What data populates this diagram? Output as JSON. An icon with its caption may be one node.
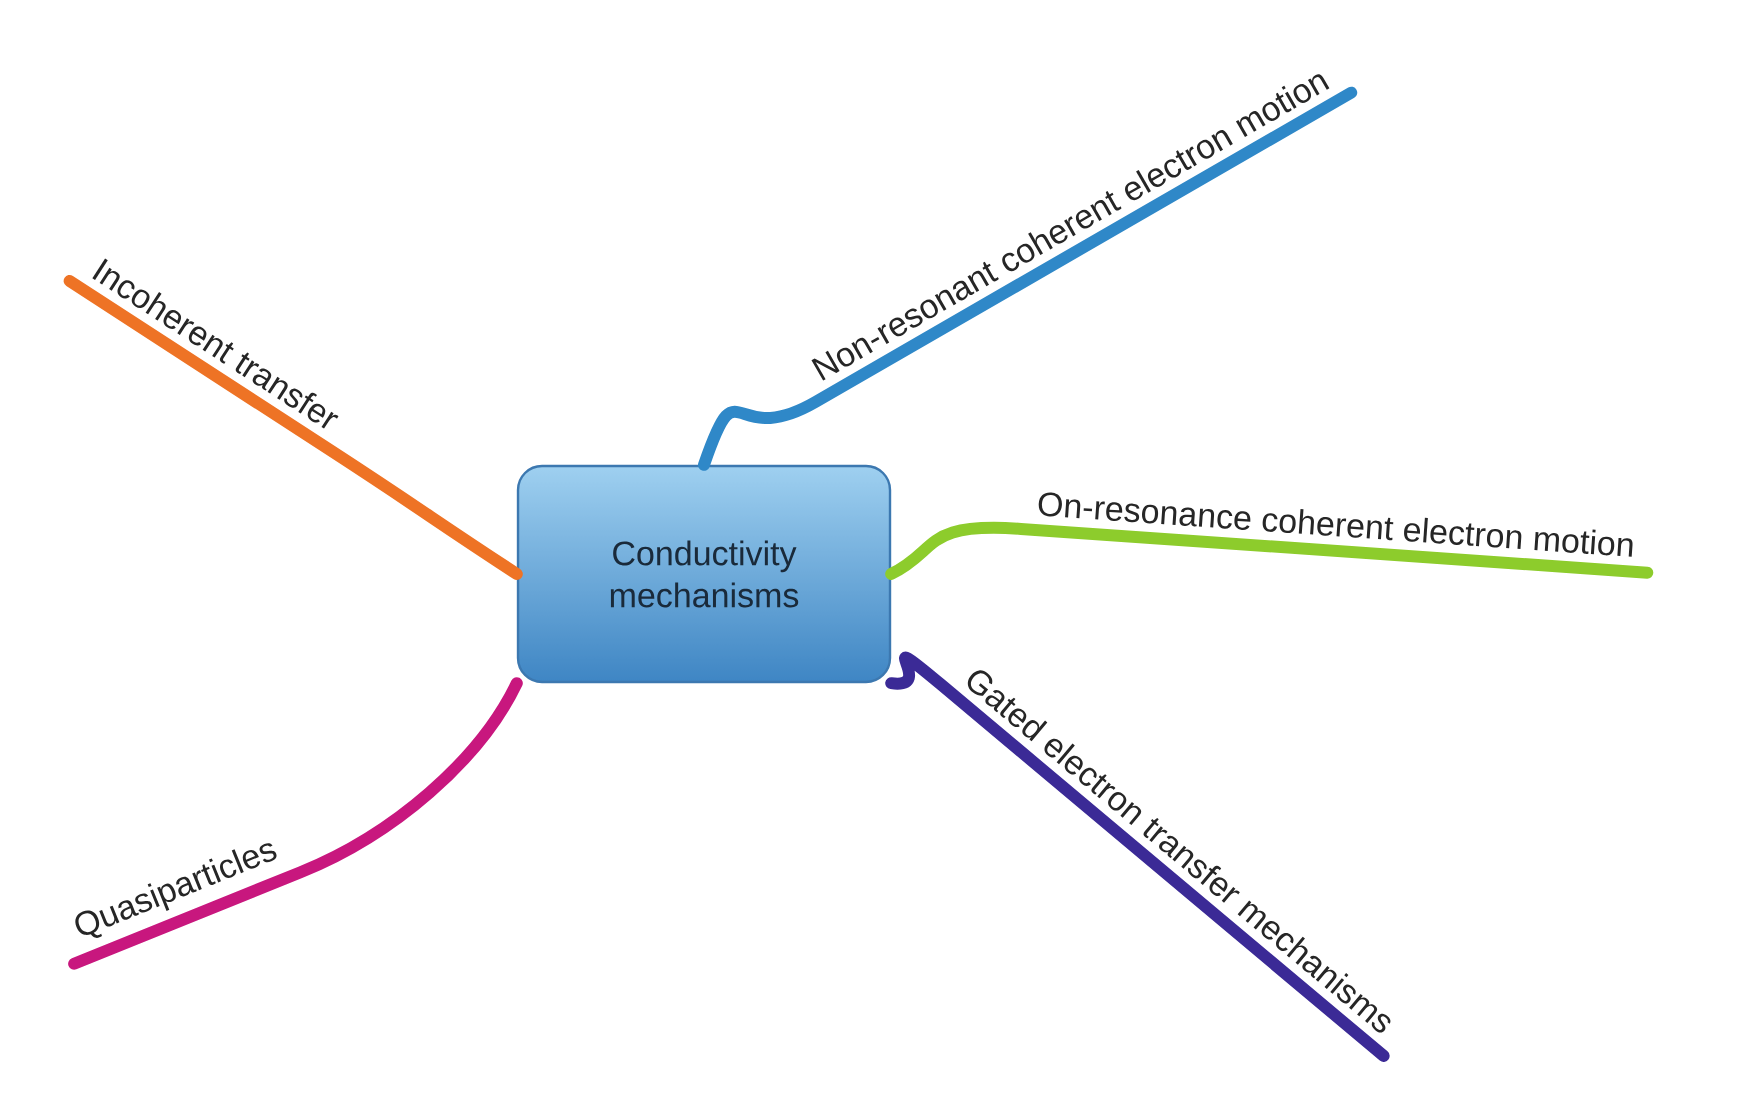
{
  "diagram": {
    "nodes": [
      {
        "text": [
          "Conductivity mechanisms"
        ]
      },
      {
        "text": [
          "Incoherent transfer"
        ]
      },
      {
        "text": [
          "Non-resonant coherent electron motion"
        ]
      },
      {
        "text": [
          "On-resonance coherent electron motion"
        ]
      },
      {
        "text": [
          "Gated electron transfer mechanisms"
        ]
      },
      {
        "text": [
          "Quasiparticles"
        ]
      }
    ],
    "edges": [
      {
        "from": 0,
        "to": 1,
        "arrow": "none",
        "color": "#ee7325"
      },
      {
        "from": 0,
        "to": 2,
        "arrow": "none",
        "color": "#2f88c8"
      },
      {
        "from": 0,
        "to": 3,
        "arrow": "none",
        "color": "#8dcc2c"
      },
      {
        "from": 0,
        "to": 4,
        "arrow": "none",
        "color": "#3b2a96"
      },
      {
        "from": 0,
        "to": 5,
        "arrow": "none",
        "color": "#c8177e"
      }
    ]
  }
}
